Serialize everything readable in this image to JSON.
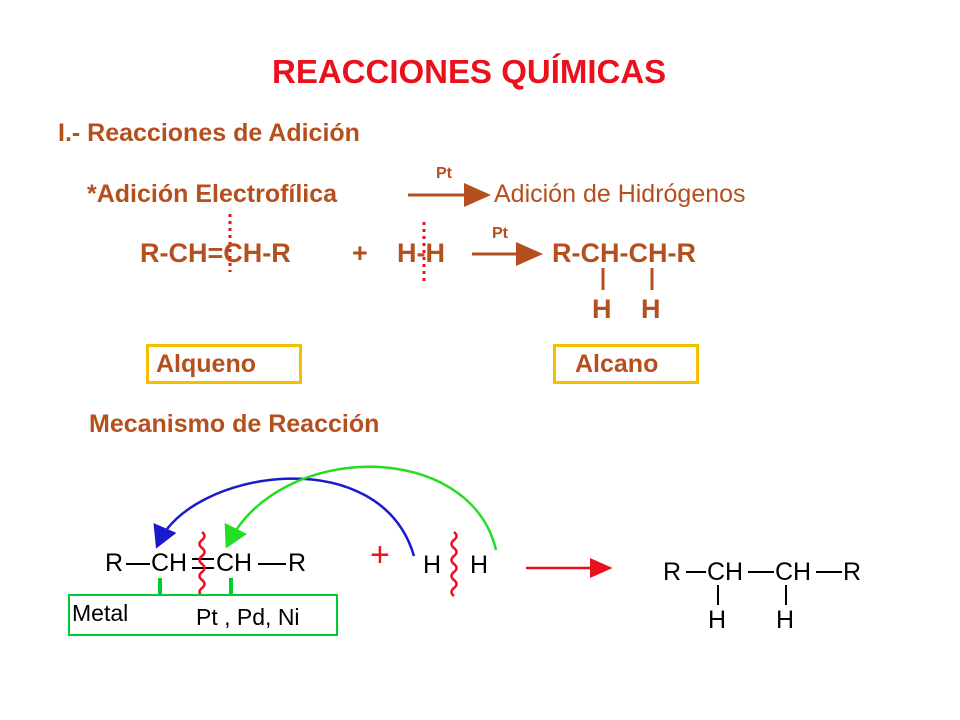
{
  "title": "REACCIONES QUÍMICAS",
  "section": "I.- Reacciones de Adición",
  "subsection": {
    "label": "*Adición Electrofílica",
    "catalyst": "Pt",
    "result": "Adición de Hidrógenos"
  },
  "equation": {
    "reactant1": "R-CH=CH-R",
    "plus": "+",
    "reactant2": "H-H",
    "catalyst": "Pt",
    "product": "R-CH-CH-R",
    "product_h1": "H",
    "product_h2": "H"
  },
  "labels": {
    "alkene": "Alqueno",
    "alkane": "Alcano"
  },
  "mechanism": {
    "title": "Mecanismo de Reacción",
    "r_left": "R",
    "ch1": "CH",
    "ch2": "CH",
    "r_right": "R",
    "plus": "+",
    "h_left": "H",
    "h_right": "H",
    "metal": "Metal",
    "metals": "Pt , Pd, Ni",
    "product_r_left": "R",
    "product_ch1": "CH",
    "product_ch2": "CH",
    "product_r_right": "R",
    "product_h1": "H",
    "product_h2": "H"
  },
  "colors": {
    "title": "#e8111c",
    "text": "#b5501e",
    "box_border": "#f5c000",
    "mechanism_box": "#00cc33",
    "arrow_blue": "#1a1acc",
    "arrow_green": "#22dd22",
    "arrow_red": "#e8111c"
  }
}
